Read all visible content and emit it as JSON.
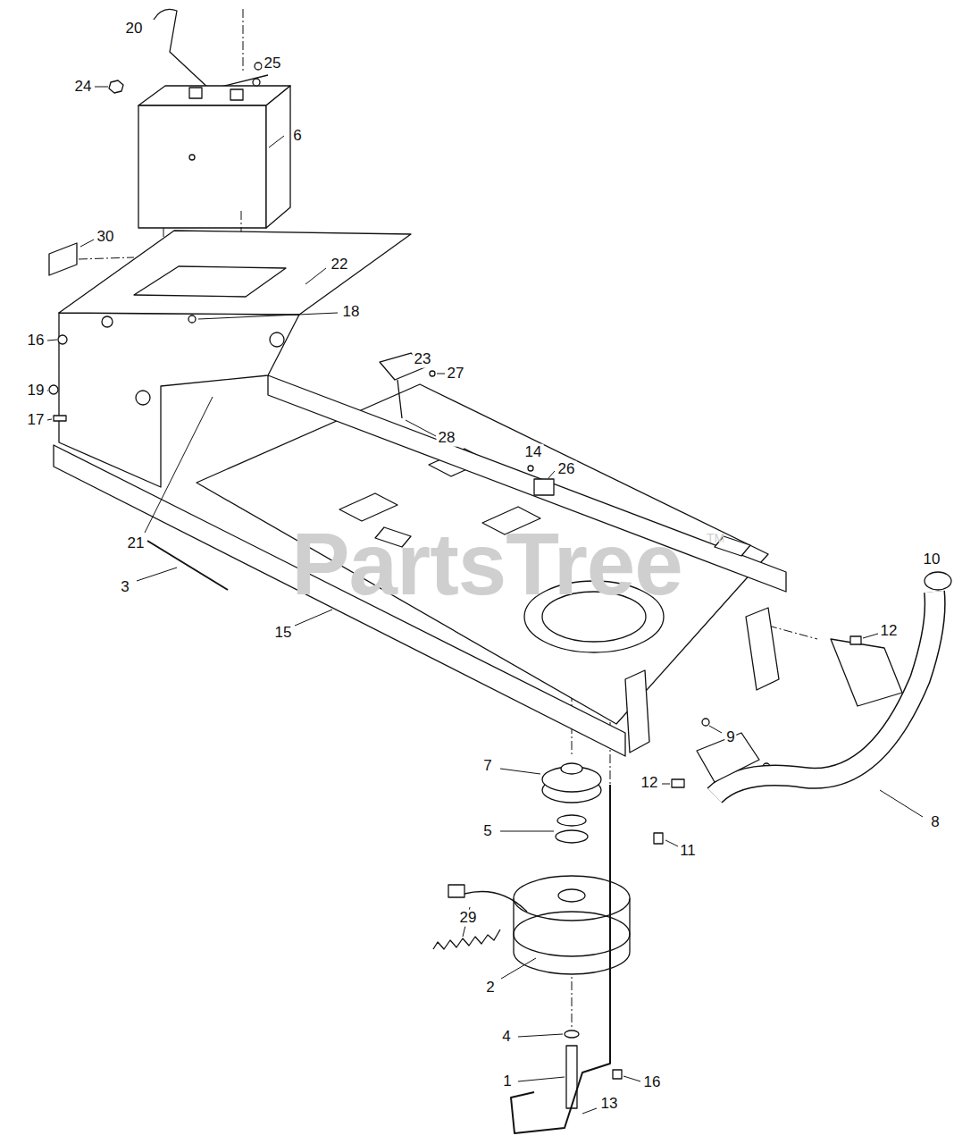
{
  "diagram": {
    "labels": [
      "20",
      "24",
      "25",
      "6",
      "30",
      "22",
      "16",
      "18",
      "19",
      "17",
      "23",
      "27",
      "28",
      "21",
      "14",
      "26",
      "3",
      "15",
      "PartsTree",
      "TM",
      "12",
      "10",
      "9",
      "8",
      "7",
      "5",
      "12",
      "11",
      "29",
      "2",
      "4",
      "1",
      "16",
      "13"
    ]
  }
}
